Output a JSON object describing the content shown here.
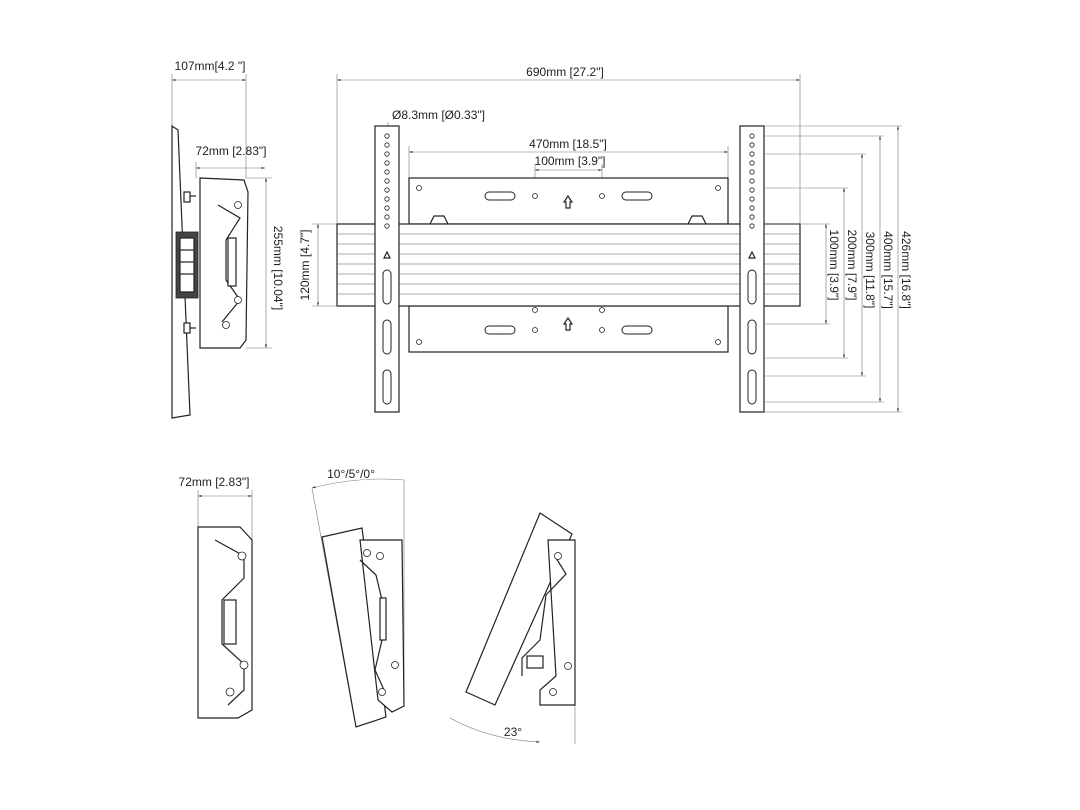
{
  "colors": {
    "line": "#222222",
    "dimension_line": "#777777",
    "background": "#ffffff"
  },
  "side_view": {
    "overall_depth": "107mm[4.2 \"]",
    "bracket_depth": "72mm [2.83\"]",
    "bracket_height": "255mm [10.04\"]"
  },
  "front_view": {
    "overall_width": "690mm [27.2\"]",
    "hole_diameter": "Ø8.3mm [Ø0.33\"]",
    "vesa_width_470": "470mm [18.5\"]",
    "vesa_width_100": "100mm [3.9\"]",
    "rail_height": "120mm [4.7\"]",
    "vesa_height_100": "100mm [3.9\"]",
    "vesa_height_200": "200mm [7.9\"]",
    "vesa_height_300": "300mm [11.8\"]",
    "vesa_height_400": "400mm [15.7\"]",
    "overall_height": "426mm [16.8\"]"
  },
  "tilt_views": {
    "bracket_depth": "72mm [2.83\"]",
    "tilt_settings": "10°/5°/0°",
    "max_tilt": "23°"
  }
}
